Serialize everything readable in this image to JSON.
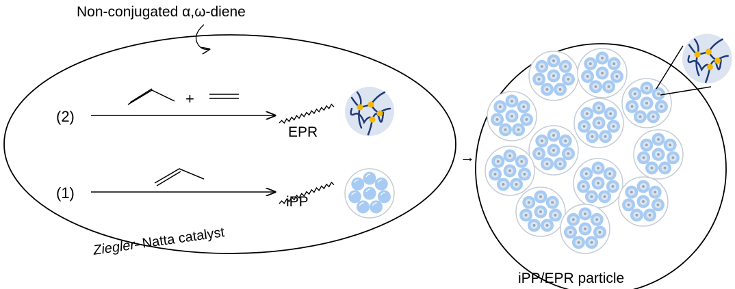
{
  "labels": {
    "diene": "Non-conjugated α,ω-diene",
    "step2": "(2)",
    "step1": "(1)",
    "plus": "+",
    "epr": "EPR",
    "ipp": "iPP",
    "catalyst_italic": "Ziegler",
    "catalyst_rest": "–Natta catalyst",
    "arrow": "→",
    "particle": "iPP/EPR particle"
  },
  "colors": {
    "sphere_fill": "#dbe4f0",
    "chain": "#1f3a78",
    "crosslink": "#f5b800",
    "ipp_bead": "#a7cbf3",
    "cluster_ring": "#c4ccd6"
  }
}
